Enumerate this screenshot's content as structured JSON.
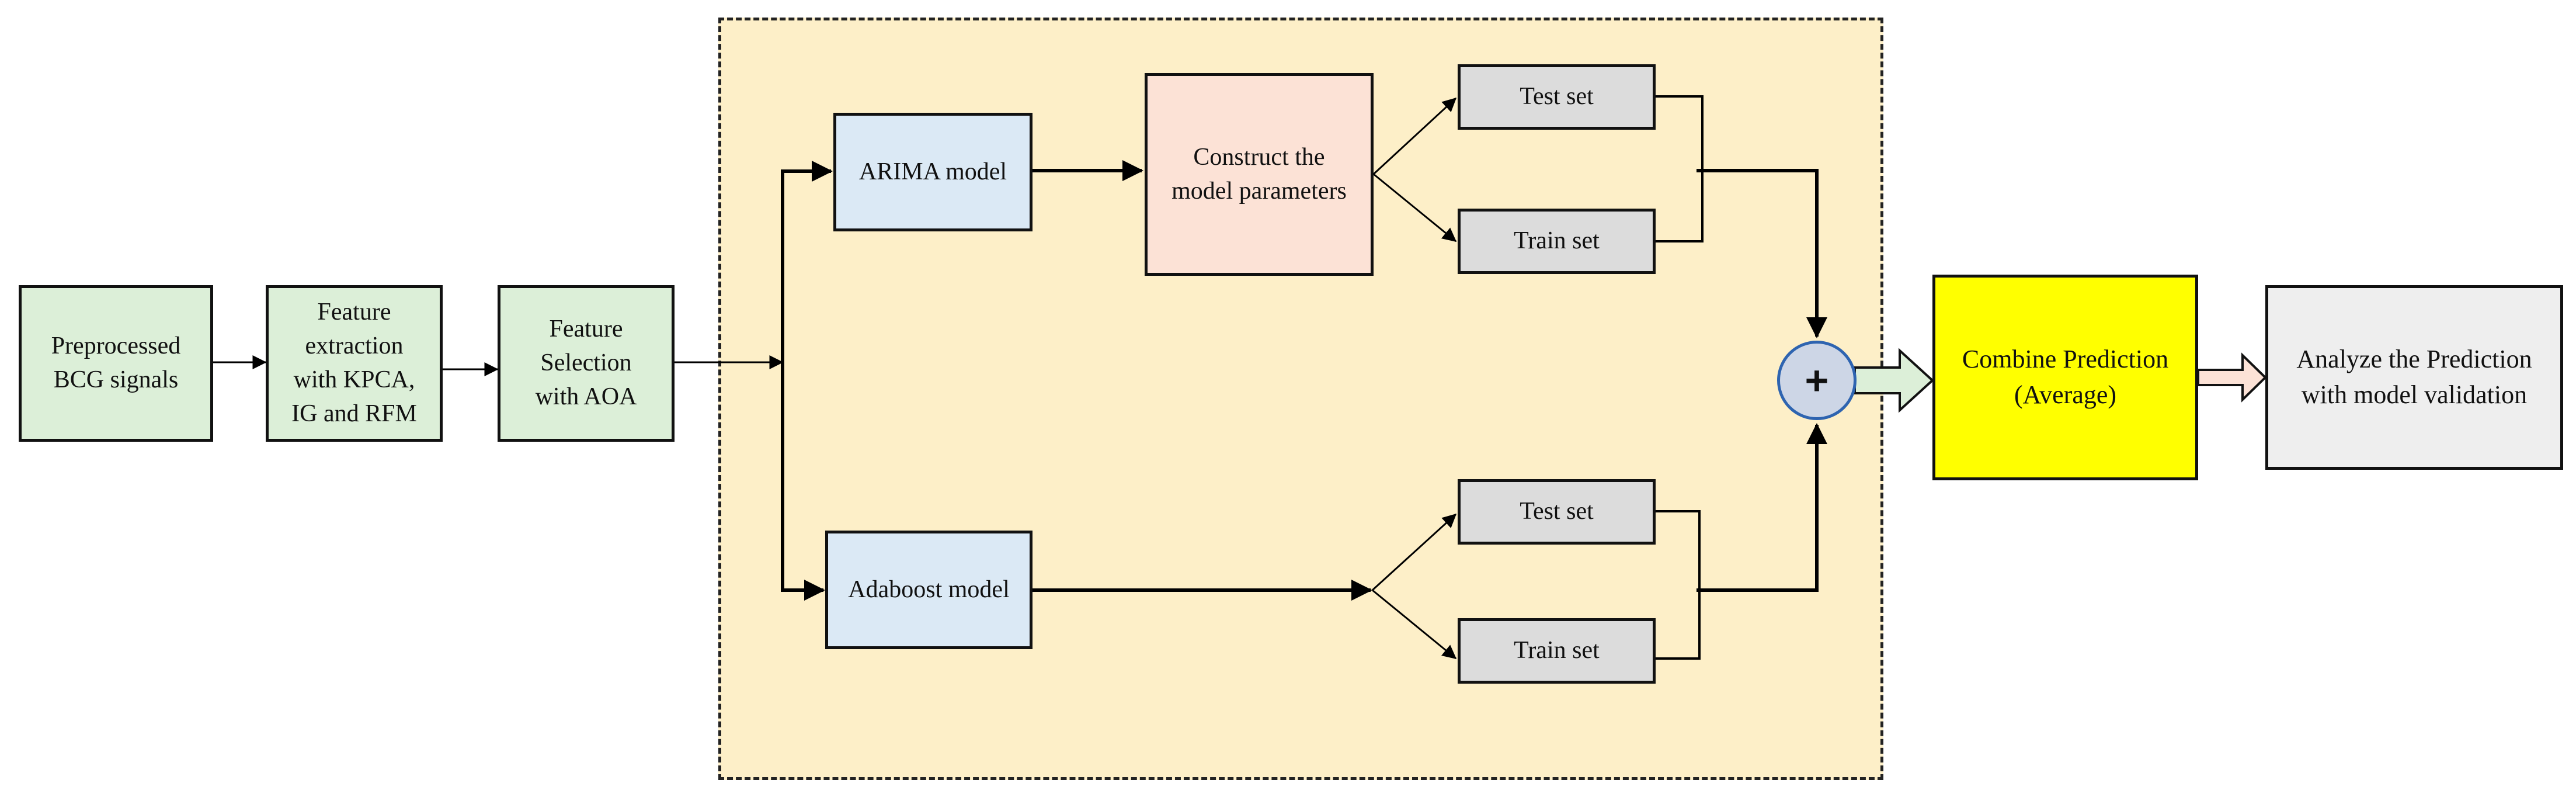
{
  "nodes": {
    "preprocessed": "Preprocessed\nBCG  signals",
    "feature_extraction": "Feature\nextraction\nwith KPCA,\nIG and RFM",
    "feature_selection": "Feature\nSelection\nwith AOA",
    "arima": "ARIMA model",
    "construct": "Construct the\nmodel parameters",
    "test_set_top": "Test set",
    "train_set_top": "Train set",
    "adaboost": "Adaboost model",
    "test_set_bottom": "Test set",
    "train_set_bottom": "Train set",
    "sum_symbol": "+",
    "combine": "Combine Prediction\n(Average)",
    "analyze": "Analyze the Prediction\nwith model validation"
  },
  "colors": {
    "input_stage": "#dcefd8",
    "model": "#dbe9f5",
    "parameters": "#fce2d6",
    "dataset": "#dcdcdc",
    "ensemble_region": "#fdefc8",
    "combine": "#ffff00",
    "analyze": "#eeeeee",
    "sum_node": "#cdd6e6"
  }
}
